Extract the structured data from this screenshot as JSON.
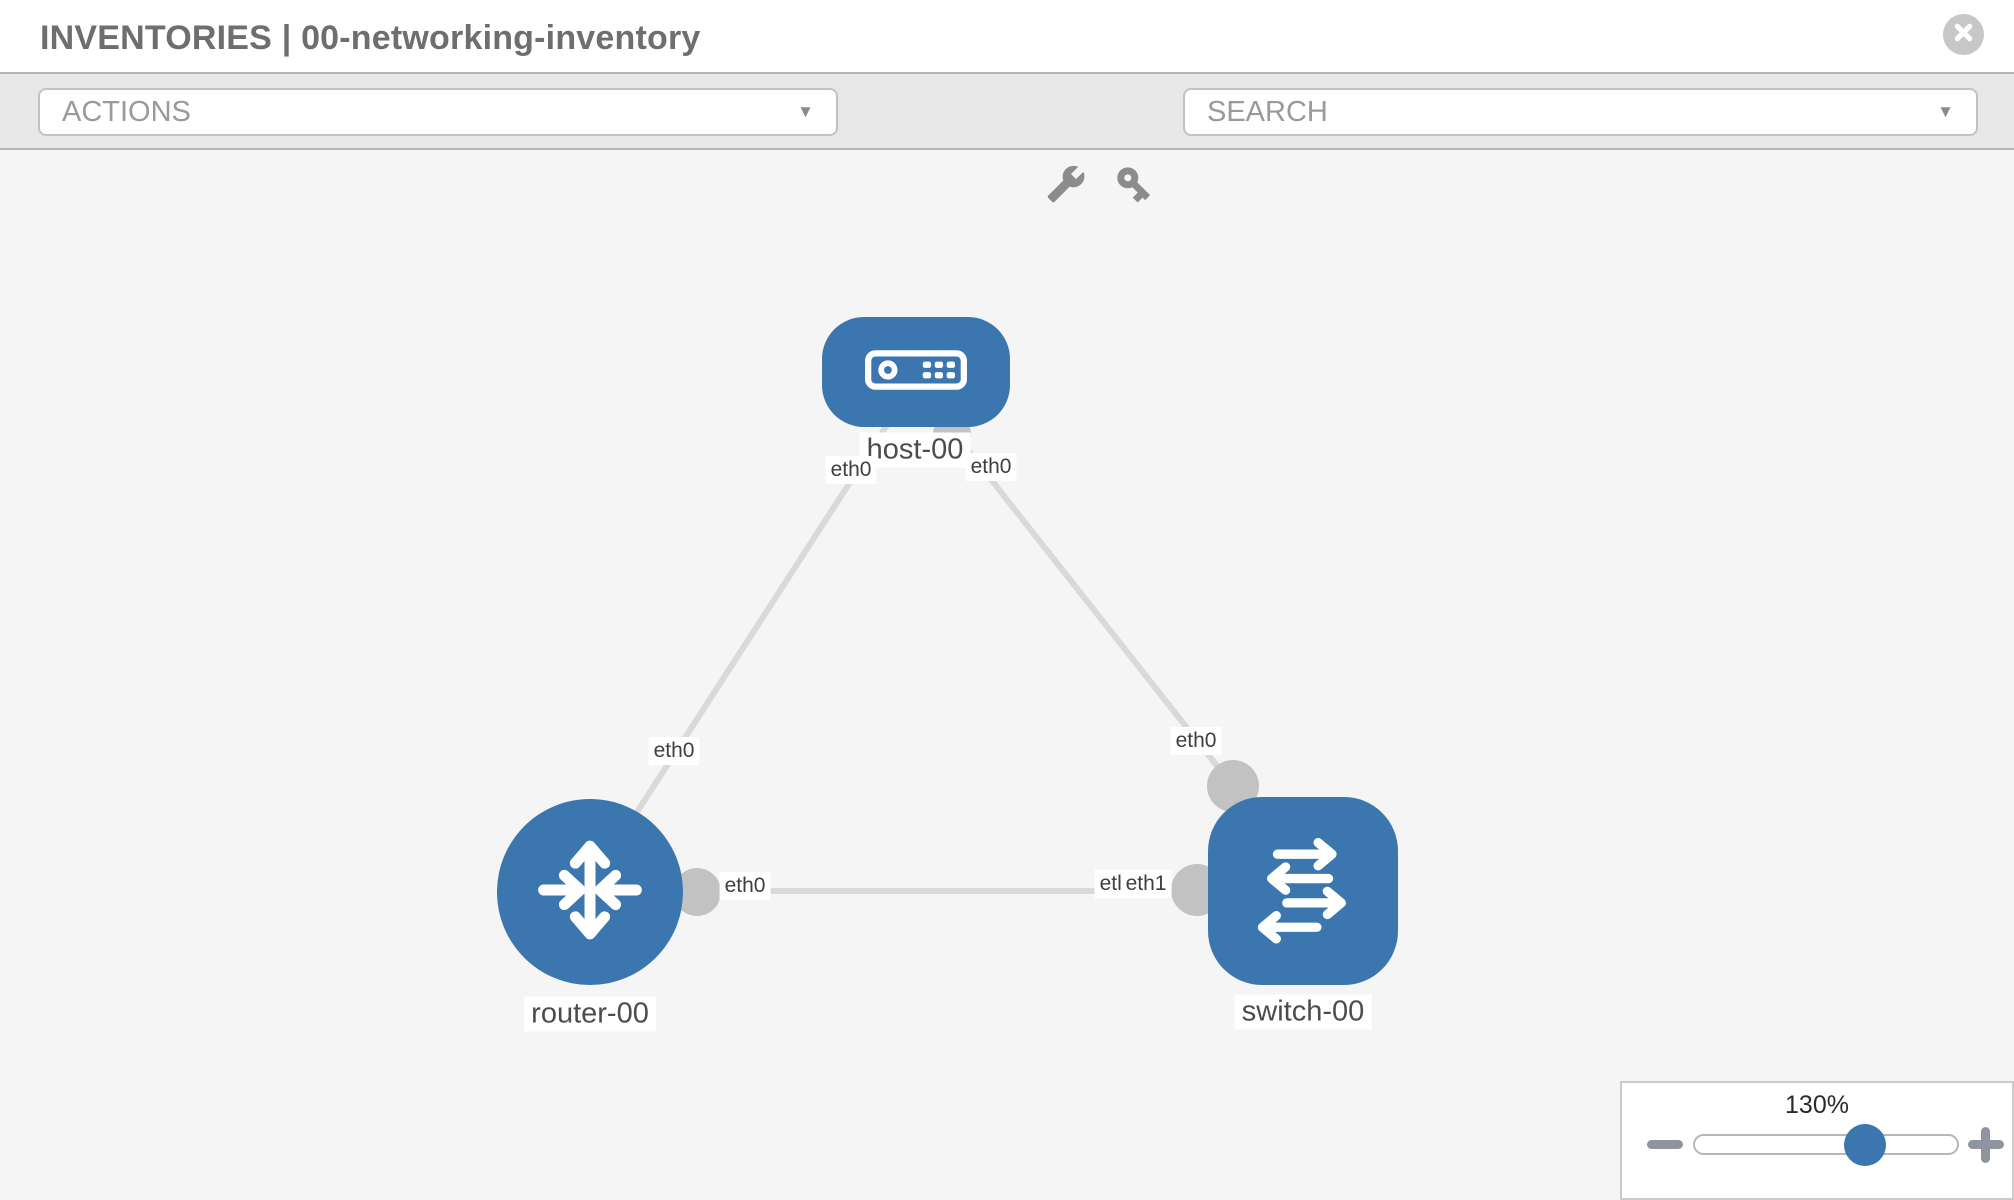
{
  "header": {
    "title": "INVENTORIES | 00-networking-inventory"
  },
  "toolbar": {
    "actions_label": "ACTIONS",
    "search_label": "SEARCH"
  },
  "icons": {
    "caret_down": "▼",
    "close": "x-in-circle",
    "wrench": "wrench",
    "key": "key",
    "zoom_out": "minus",
    "zoom_in": "plus"
  },
  "topology": {
    "nodes": {
      "host": {
        "label": "host-00",
        "type": "host"
      },
      "router": {
        "label": "router-00",
        "type": "router"
      },
      "switch": {
        "label": "switch-00",
        "type": "switch"
      }
    },
    "links": [
      {
        "from": "host-00",
        "to": "router-00",
        "from_iface": "eth0",
        "to_iface": "eth0"
      },
      {
        "from": "host-00",
        "to": "switch-00",
        "from_iface": "eth0",
        "to_iface": "eth0"
      },
      {
        "from": "router-00",
        "to": "switch-00",
        "from_iface": "eth0",
        "to_iface": "eth1"
      }
    ],
    "labels": [
      {
        "text": "eth0",
        "place": "host-end-of-host-router-link"
      },
      {
        "text": "eth0",
        "place": "host-end-of-host-switch-link"
      },
      {
        "text": "eth0",
        "place": "mid-host-router-link"
      },
      {
        "text": "eth0",
        "place": "mid-host-switch-link"
      },
      {
        "text": "eth0",
        "place": "router-end-of-router-switch-link"
      },
      {
        "text": "eth0",
        "place": "switch-end-underlapped"
      },
      {
        "text": "eth1",
        "place": "switch-end-of-router-switch-link"
      }
    ]
  },
  "zoom_control": {
    "level": "130%"
  },
  "colors": {
    "node_blue": "#3b76af",
    "link_gray": "#d9d9d9",
    "connector_gray": "#c2c2c2",
    "toolbar_gray": "#e8e8e8",
    "canvas_gray": "#f5f5f5"
  }
}
